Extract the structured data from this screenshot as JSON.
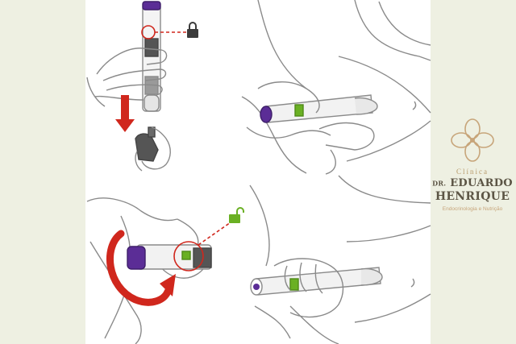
{
  "brand": {
    "clinic_word": "Clínica",
    "name_prefix": "DR.",
    "name_line1": "EDUARDO",
    "name_line2": "HENRIQUE",
    "subtitle": "Endocrinologia e Nutrição",
    "colors": {
      "gold": "#c7a57a",
      "text": "#5c5545",
      "background": "#eef0e2"
    }
  },
  "illustration": {
    "colors": {
      "purple_cap": "#5b2d96",
      "green_accent": "#6ab023",
      "arrow_red": "#d0271d",
      "lock_dark": "#3b3b3b",
      "line_gray": "#8a8a8a"
    },
    "icons": [
      "lock-closed-icon",
      "lock-open-icon",
      "down-arrow-icon",
      "rotate-arrow-icon"
    ]
  }
}
